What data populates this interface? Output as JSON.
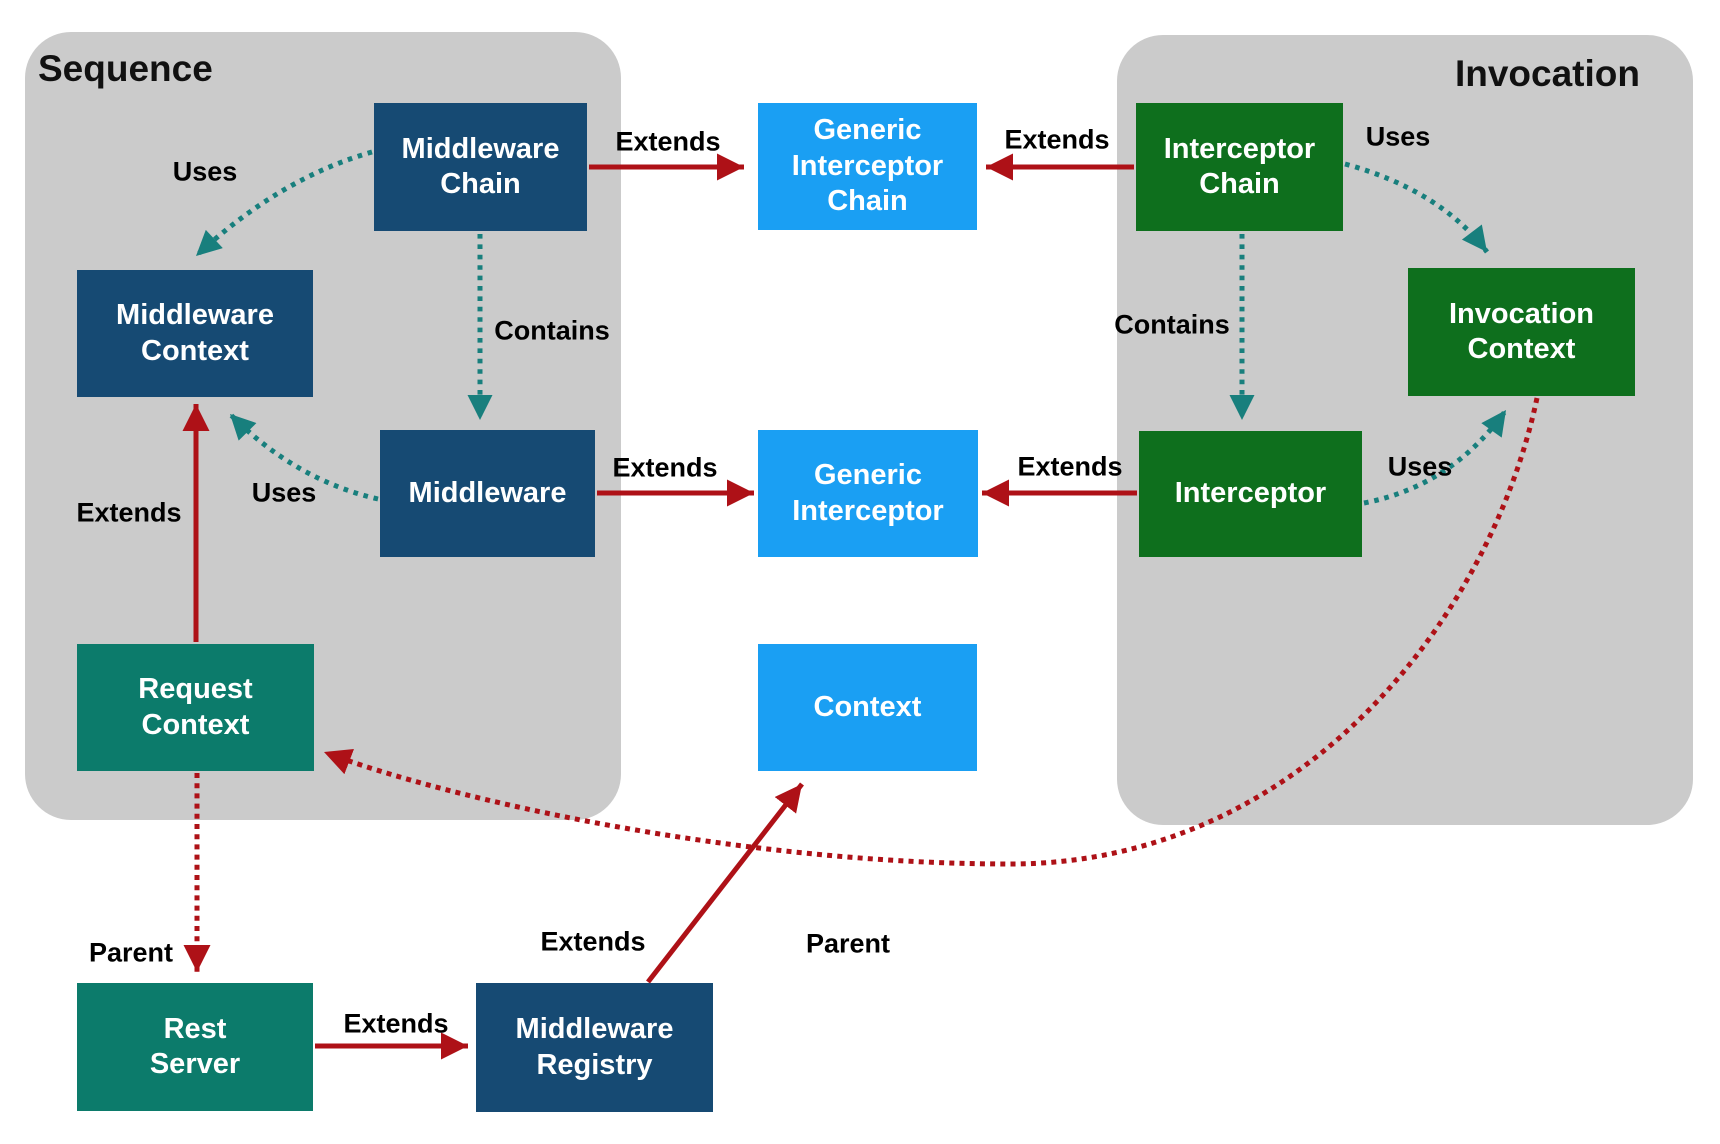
{
  "groups": {
    "sequence": {
      "title": "Sequence"
    },
    "invocation": {
      "title": "Invocation"
    }
  },
  "nodes": {
    "middleware_chain": {
      "label": "Middleware\nChain",
      "color": "#164a73"
    },
    "middleware_context": {
      "label": "Middleware\nContext",
      "color": "#164a73"
    },
    "middleware": {
      "label": "Middleware",
      "color": "#164a73"
    },
    "request_context": {
      "label": "Request\nContext",
      "color": "#0c7b6b"
    },
    "rest_server": {
      "label": "Rest\nServer",
      "color": "#0c7b6b"
    },
    "middleware_registry": {
      "label": "Middleware\nRegistry",
      "color": "#164a73"
    },
    "generic_interceptor_chain": {
      "label": "Generic\nInterceptor\nChain",
      "color": "#1a9ff3"
    },
    "generic_interceptor": {
      "label": "Generic\nInterceptor",
      "color": "#1a9ff3"
    },
    "context": {
      "label": "Context",
      "color": "#1a9ff3"
    },
    "interceptor_chain": {
      "label": "Interceptor\nChain",
      "color": "#0e6f1d"
    },
    "interceptor": {
      "label": "Interceptor",
      "color": "#0e6f1d"
    },
    "invocation_context": {
      "label": "Invocation\nContext",
      "color": "#0e6f1d"
    }
  },
  "edges": [
    {
      "from": "Middleware Chain",
      "to": "Generic Interceptor Chain",
      "label": "Extends",
      "style": "solid-red"
    },
    {
      "from": "Interceptor Chain",
      "to": "Generic Interceptor Chain",
      "label": "Extends",
      "style": "solid-red"
    },
    {
      "from": "Middleware",
      "to": "Generic Interceptor",
      "label": "Extends",
      "style": "solid-red"
    },
    {
      "from": "Interceptor",
      "to": "Generic Interceptor",
      "label": "Extends",
      "style": "solid-red"
    },
    {
      "from": "Middleware Chain",
      "to": "Middleware Context",
      "label": "Uses",
      "style": "dotted-teal"
    },
    {
      "from": "Middleware Chain",
      "to": "Middleware",
      "label": "Contains",
      "style": "dotted-teal"
    },
    {
      "from": "Middleware",
      "to": "Middleware Context",
      "label": "Uses",
      "style": "dotted-teal"
    },
    {
      "from": "Interceptor Chain",
      "to": "Invocation Context",
      "label": "Uses",
      "style": "dotted-teal"
    },
    {
      "from": "Interceptor Chain",
      "to": "Interceptor",
      "label": "Contains",
      "style": "dotted-teal"
    },
    {
      "from": "Interceptor",
      "to": "Invocation Context",
      "label": "Uses",
      "style": "dotted-teal"
    },
    {
      "from": "Request Context",
      "to": "Middleware Context",
      "label": "Extends",
      "style": "solid-red"
    },
    {
      "from": "Request Context",
      "to": "Rest Server",
      "label": "Parent",
      "style": "dotted-red"
    },
    {
      "from": "Rest Server",
      "to": "Middleware Registry",
      "label": "Extends",
      "style": "solid-red"
    },
    {
      "from": "Middleware Registry",
      "to": "Context",
      "label": "Extends",
      "style": "solid-red"
    },
    {
      "from": "Invocation Context",
      "to": "Request Context",
      "label": "Parent",
      "style": "dotted-red"
    }
  ],
  "colors": {
    "group_bg": "#cbcbcb",
    "navy": "#164a73",
    "teal_box": "#0c7b6b",
    "green_box": "#0e6f1d",
    "blue_box": "#1a9ff3",
    "red_arrow": "#ae1117",
    "teal_arrow": "#187f7d",
    "node_text": "#ffffff",
    "label_text": "#000000"
  }
}
